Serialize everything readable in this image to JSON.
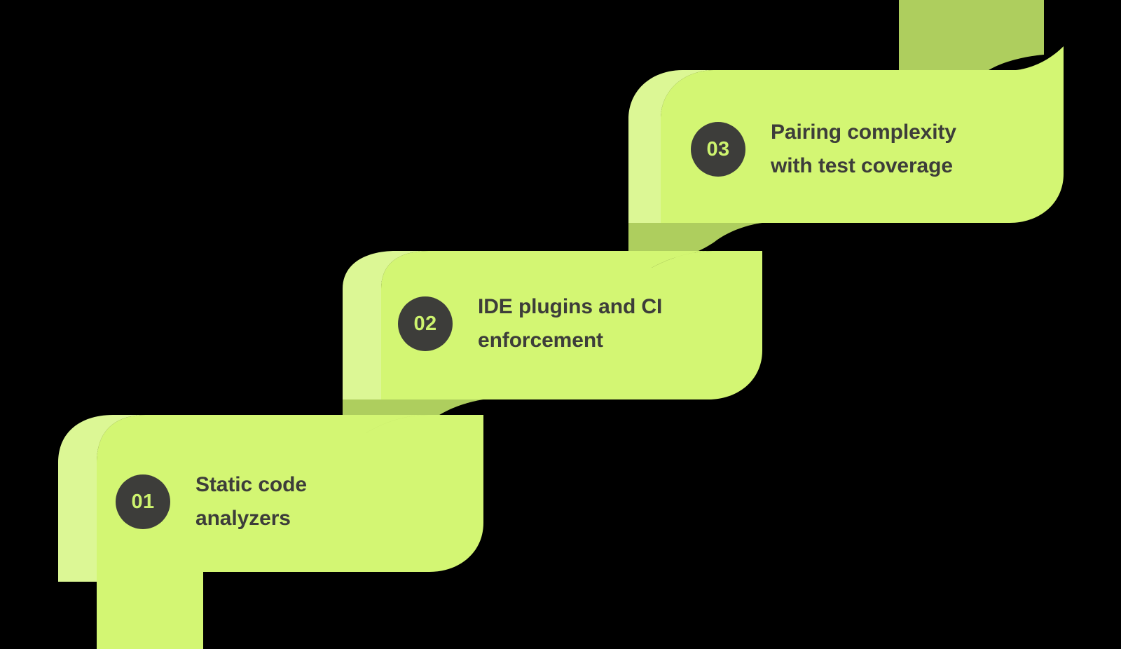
{
  "graphic": {
    "kind": "staircase-steps-infographic",
    "background_color": "#000000",
    "canvas_corner_radius": "26px",
    "colors": {
      "step_body": "#D3F673",
      "step_riser_light": "#DCF795",
      "step_overlap_olive": "#AECE5E",
      "badge_background": "#3D3D3A",
      "badge_text": "#CDF36E",
      "title_text": "#3D3D3A"
    }
  },
  "steps": [
    {
      "number": "01",
      "title": "Static code\nanalyzers"
    },
    {
      "number": "02",
      "title": "IDE plugins and CI\nenforcement"
    },
    {
      "number": "03",
      "title": "Pairing complexity\nwith test coverage"
    }
  ]
}
